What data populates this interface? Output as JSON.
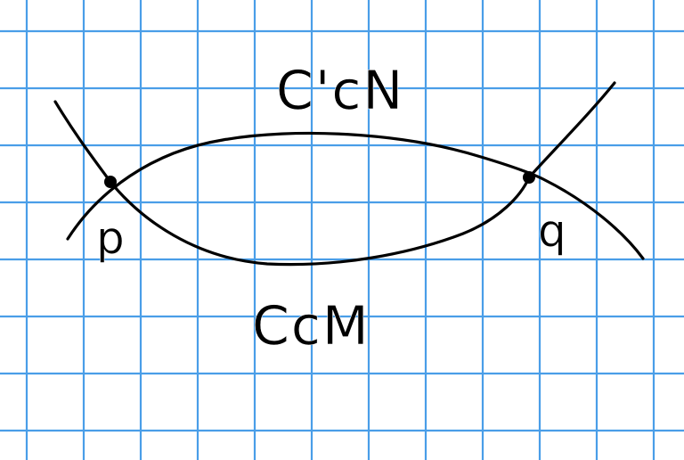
{
  "colors": {
    "grid": "#4a9ee8",
    "ink": "#000000",
    "paper": "#ffffff"
  },
  "labels": {
    "upper_curve": "C'cN",
    "lower_curve": "CcM",
    "point_p": "p",
    "point_q": "q"
  }
}
